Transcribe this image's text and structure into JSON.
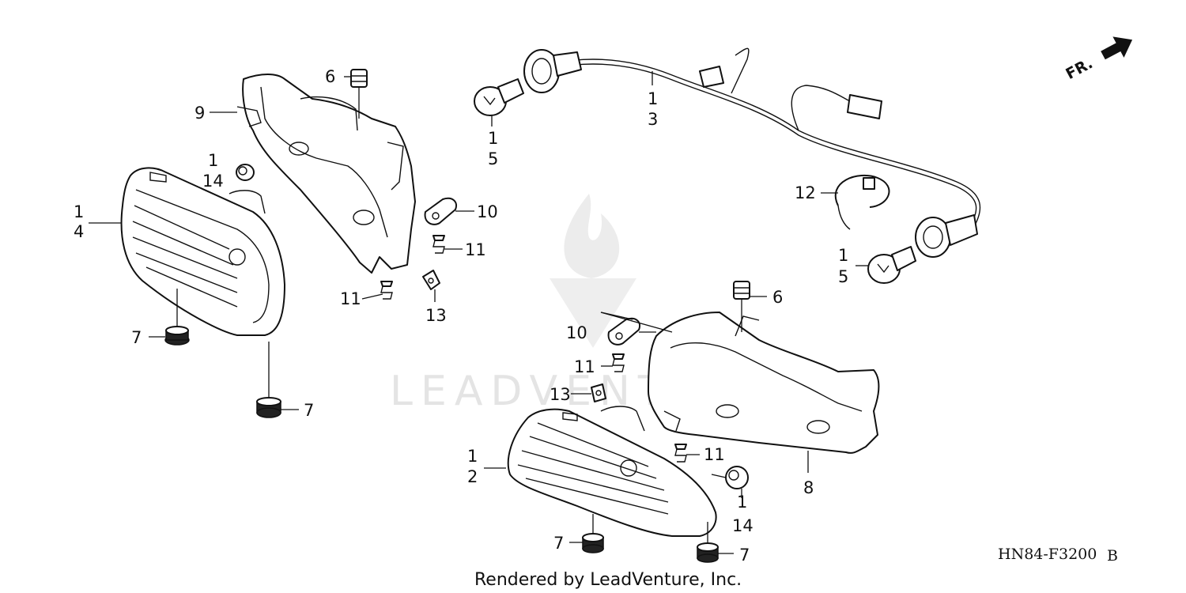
{
  "labels": {
    "p9": "9",
    "p6a": "6",
    "p6b": "6",
    "p14a_top": "1",
    "p14a_bot": "14",
    "p4_top": "1",
    "p4_bot": "4",
    "p10a": "10",
    "p10b": "10",
    "p11a": "11",
    "p11b": "11",
    "p11c": "11",
    "p11d": "11",
    "p13a": "13",
    "p13b": "13",
    "p7a": "7",
    "p7b": "7",
    "p7c": "7",
    "p7d": "7",
    "p3_top": "1",
    "p3_bot": "3",
    "p5a_top": "1",
    "p5a_bot": "5",
    "p5b_top": "1",
    "p5b_bot": "5",
    "p12": "12",
    "p8": "8",
    "p2_top": "1",
    "p2_bot": "2",
    "p14b_top": "1",
    "p14b_bot": "14"
  },
  "direction_marker": "FR.",
  "diagram_code": "HN84-F3200",
  "diagram_suffix": "B",
  "watermark": "LEADVENTURE",
  "credit": "Rendered by LeadVenture, Inc."
}
